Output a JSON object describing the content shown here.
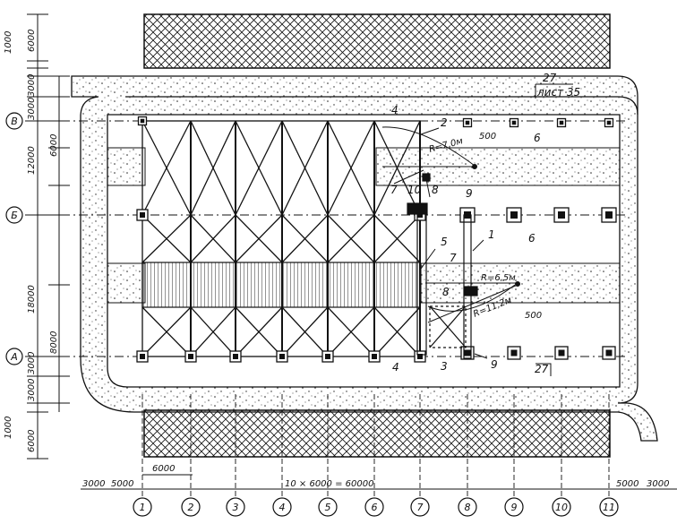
{
  "grid_columns": [
    "1",
    "2",
    "3",
    "4",
    "5",
    "6",
    "7",
    "8",
    "9",
    "10",
    "11"
  ],
  "grid_rows": [
    "В",
    "Б",
    "А"
  ],
  "dims": {
    "left_top_1000": "1000",
    "left_top_6000": "6000",
    "left_3000_a": "3000",
    "left_3000_b": "3000",
    "left_6000_mid": "6000",
    "left_12000": "12000",
    "left_18000": "18000",
    "left_8000": "8000",
    "left_3000_c": "3000",
    "left_3000_d": "3000",
    "left_bot_1000": "1000",
    "left_bot_6000": "6000",
    "bottom_3000_left": "3000",
    "bottom_5000_left": "5000",
    "bottom_6000_span": "6000",
    "bottom_total": "10 × 6000 = 60000",
    "bottom_5000_right": "5000",
    "bottom_3000_right": "3000",
    "d_500_top": "500",
    "d_500_mid": "500"
  },
  "radii": {
    "r_top": "R=7,0м",
    "r_mid1": "R=6,5м",
    "r_mid2": "R=11,2м"
  },
  "callouts": {
    "c1": "1",
    "c2": "2",
    "c3": "3",
    "c4a": "4",
    "c4b": "4",
    "c5": "5",
    "c6a": "6",
    "c6b": "6",
    "c7a": "7",
    "c7b": "7",
    "c8a": "8",
    "c8b": "8",
    "c9a": "9",
    "c9b": "9",
    "c10": "10",
    "c27a": "27",
    "c27b": "27",
    "sheet": "лист 35"
  },
  "colors": {
    "ink": "#111111",
    "paper": "#ffffff"
  }
}
